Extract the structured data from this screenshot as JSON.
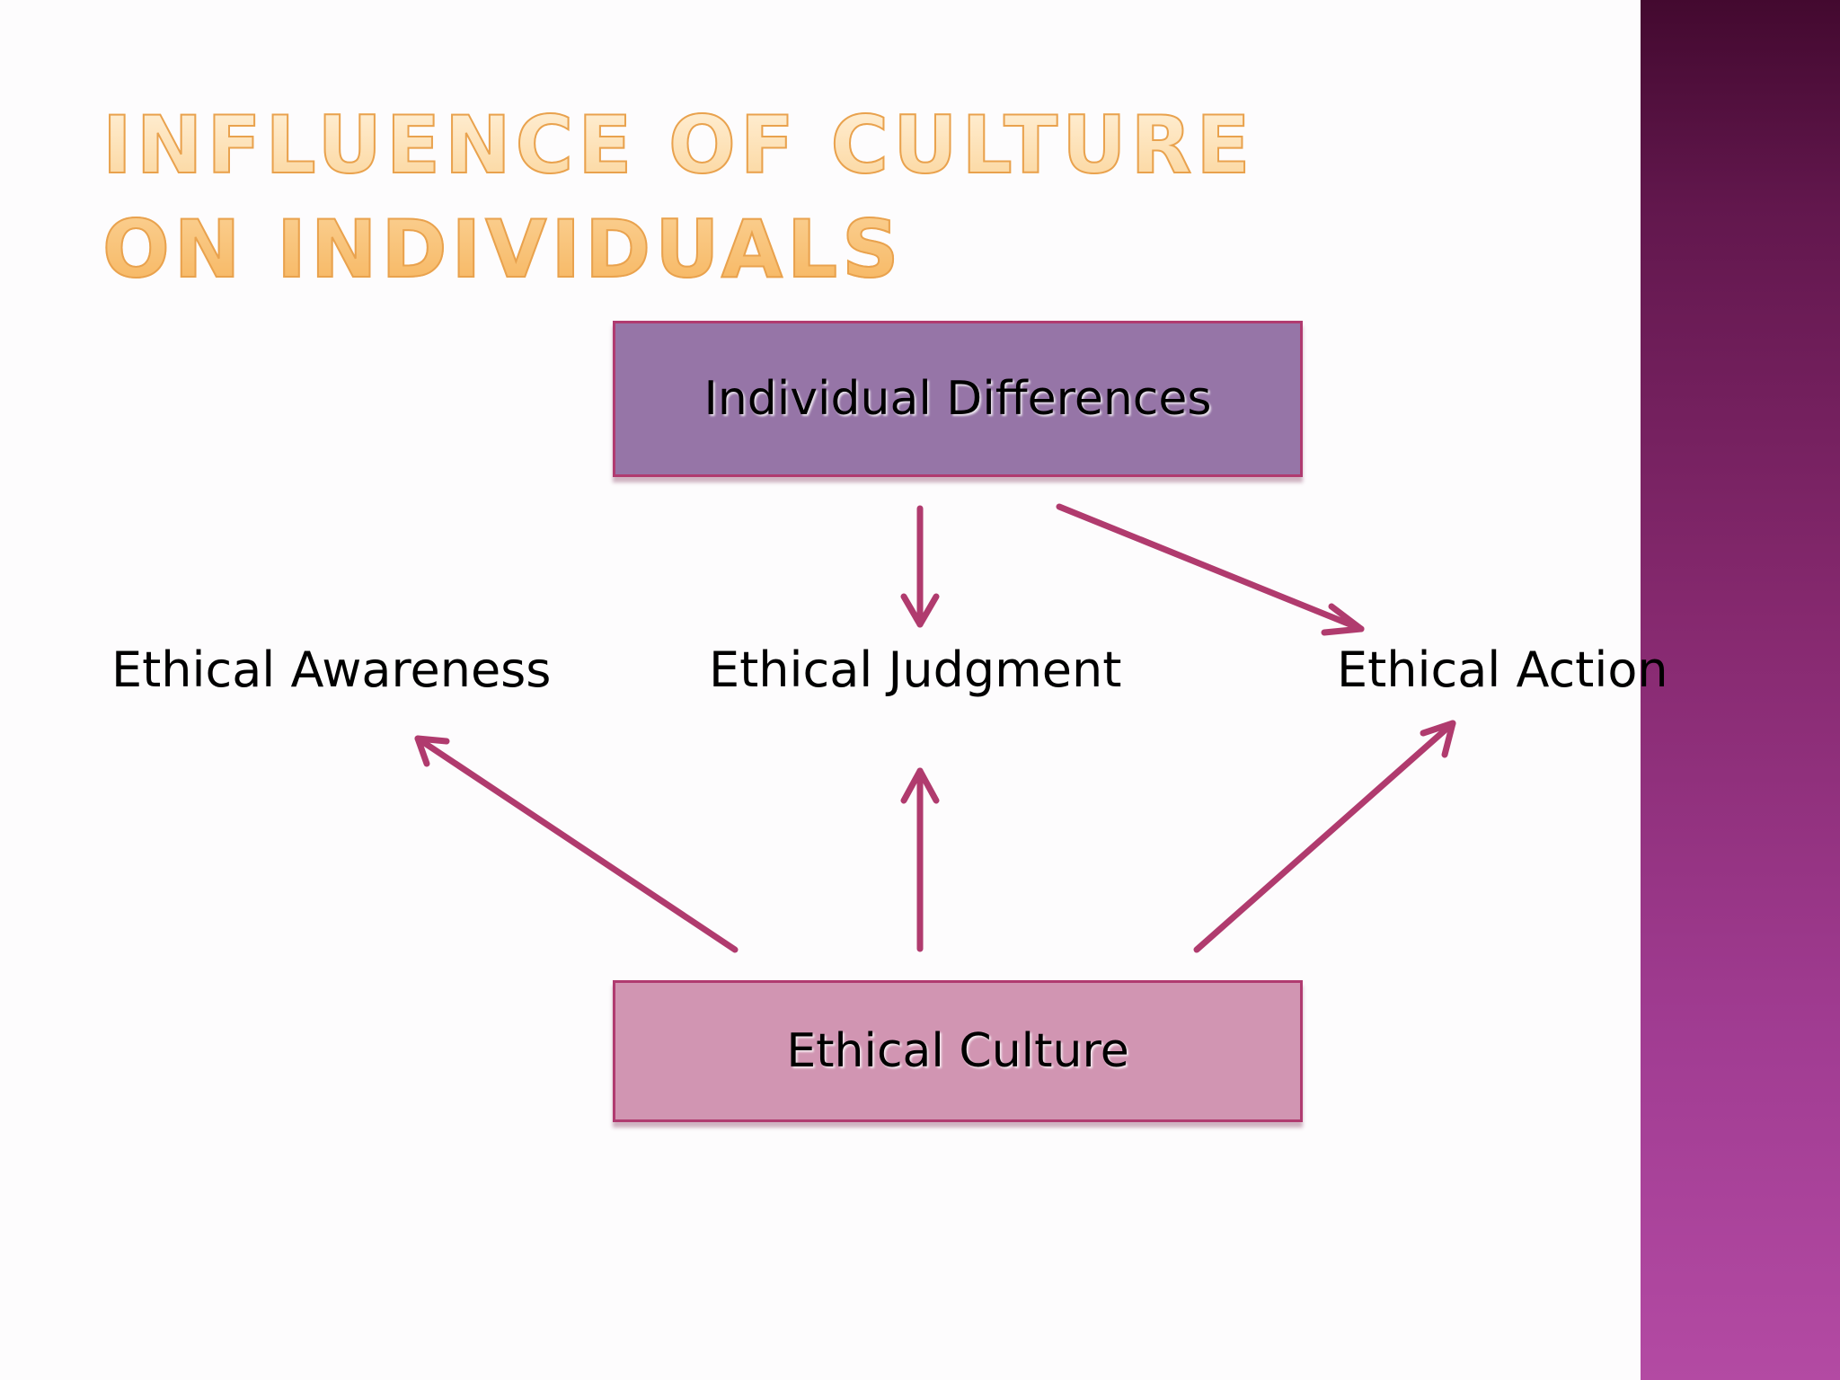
{
  "slide": {
    "title": "Influence of Culture on Individuals"
  },
  "diagram": {
    "top_box": {
      "label": "Individual Differences",
      "color": "#9675a7"
    },
    "bottom_box": {
      "label": "Ethical Culture",
      "color": "#d195b2"
    },
    "stages": [
      {
        "label": "Ethical Awareness"
      },
      {
        "label": "Ethical Judgment"
      },
      {
        "label": "Ethical Action"
      }
    ],
    "edges": [
      {
        "from": "Individual Differences",
        "to": "Ethical Judgment"
      },
      {
        "from": "Individual Differences",
        "to": "Ethical Action"
      },
      {
        "from": "Ethical Culture",
        "to": "Ethical Awareness"
      },
      {
        "from": "Ethical Culture",
        "to": "Ethical Judgment"
      },
      {
        "from": "Ethical Culture",
        "to": "Ethical Action"
      }
    ],
    "arrow_color": "#b03b6e"
  },
  "theme": {
    "title_color": "#f6b35a",
    "side_band_color": "#86296f"
  }
}
